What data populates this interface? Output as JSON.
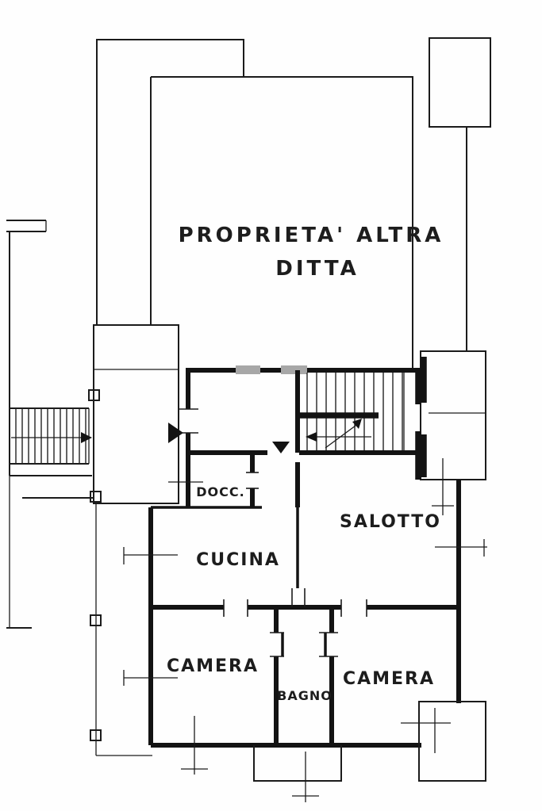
{
  "plan": {
    "upper_area": {
      "label_line1": "PROPRIETA' ALTRA",
      "label_line2": "DITTA"
    },
    "rooms": {
      "docc": "DOCC.",
      "salotto": "SALOTTO",
      "cucina": "CUCINA",
      "camera_left": "CAMERA",
      "bagno": "BAGNO",
      "camera_right": "CAMERA"
    },
    "colors": {
      "ink": "#1b1b1b",
      "paper": "#fefefe",
      "erasure_gray": "#a7a7a7"
    },
    "icons": {
      "stair_direction_arrows": "arrow-icon",
      "door_swing_markers": "triangle-icon"
    }
  }
}
